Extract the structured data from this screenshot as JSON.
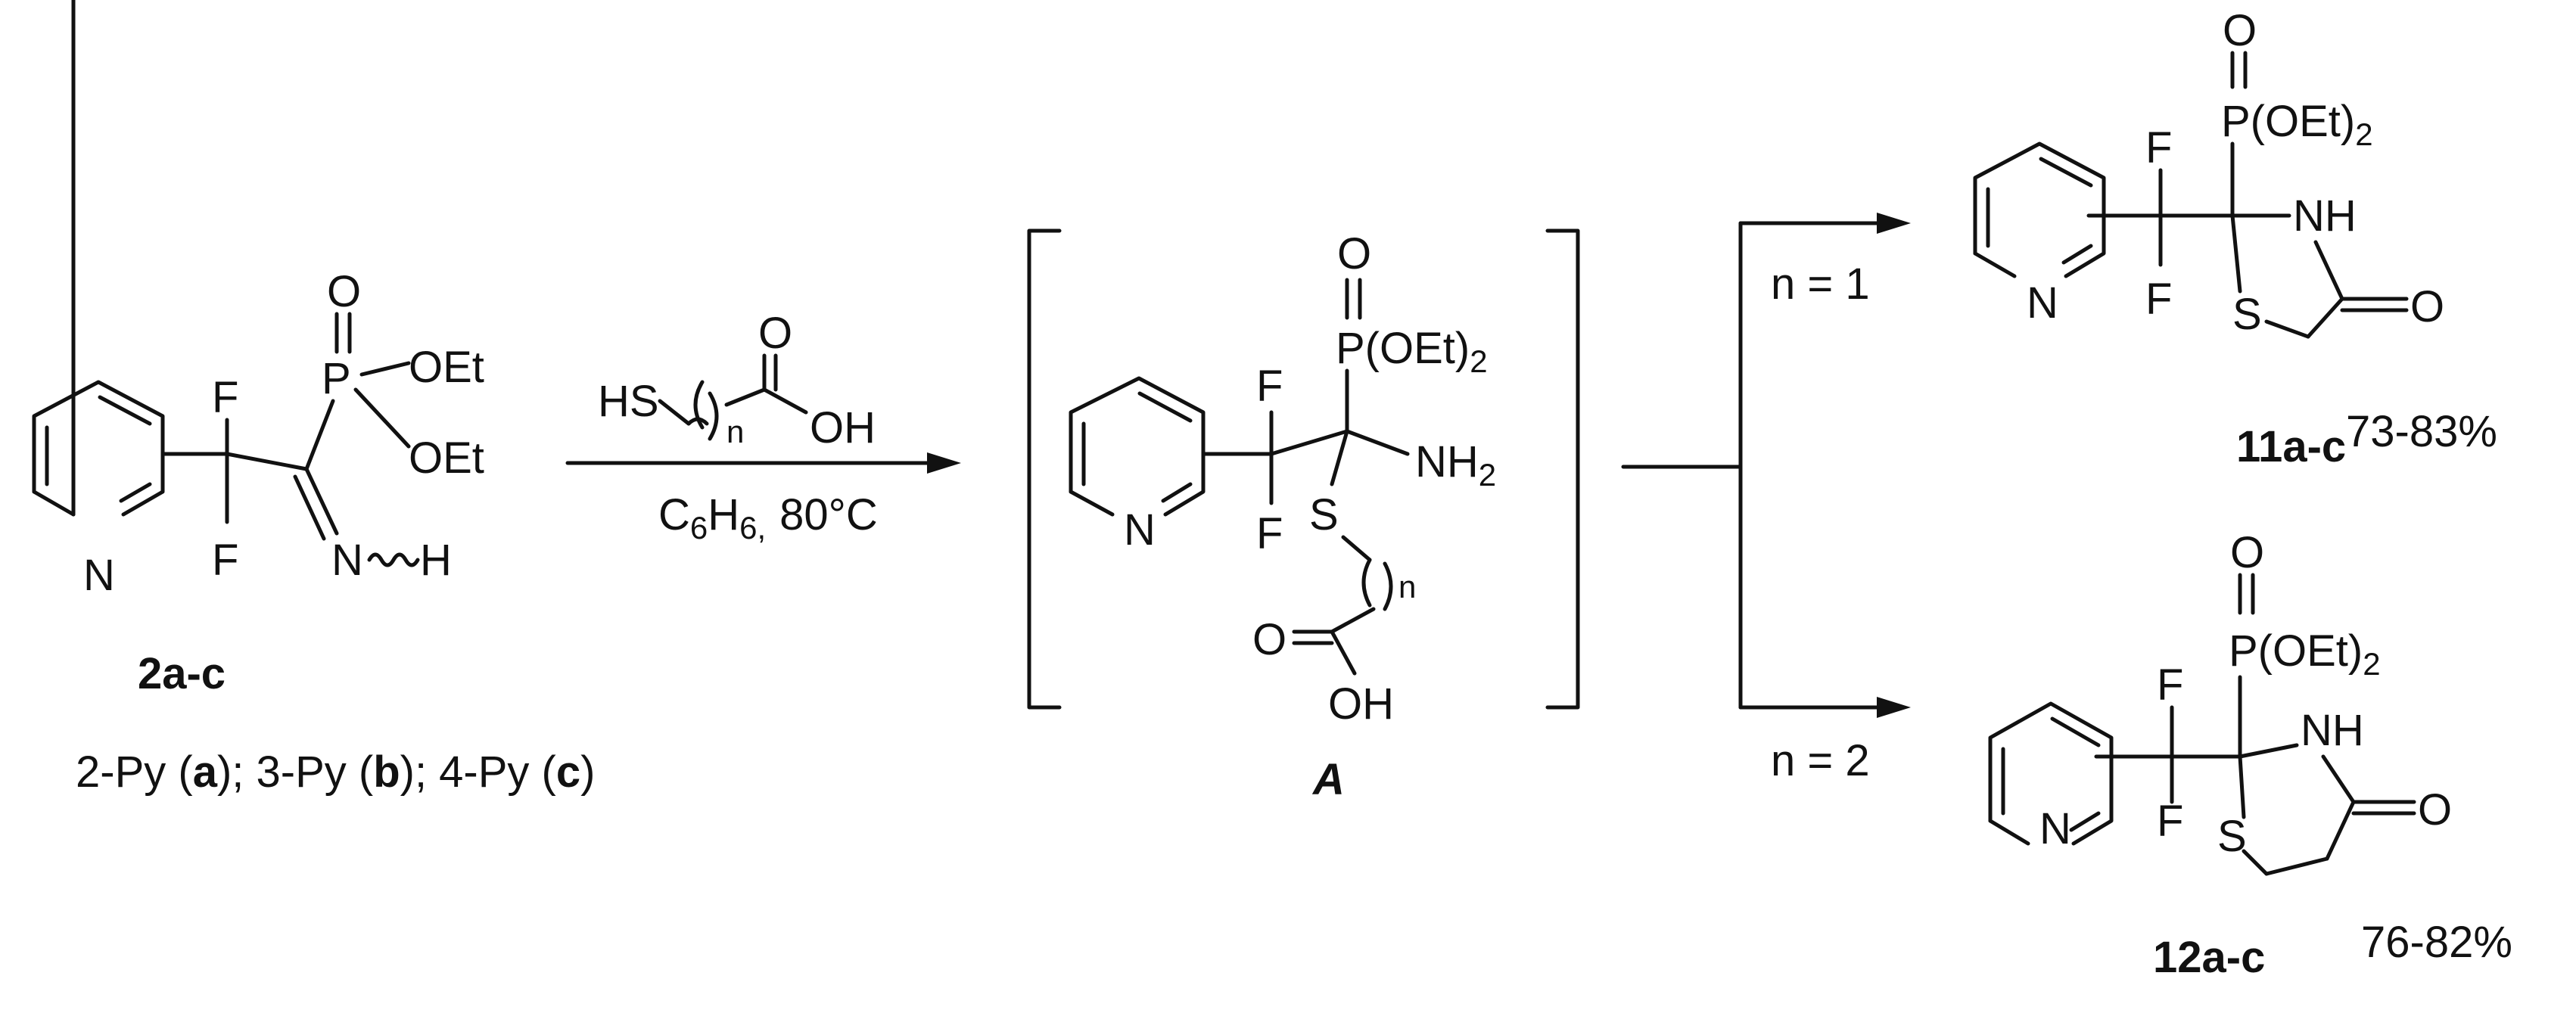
{
  "compound_2": {
    "label": "2a-c",
    "description_parts": [
      "2-Py (",
      "a",
      "); 3-Py (",
      "b",
      "); 4-Py (",
      "c",
      ")"
    ]
  },
  "reagent": {
    "hs": "HS",
    "n": "n",
    "oh": "OH",
    "o": "O",
    "solvent_main": "C",
    "solvent_sub": "6",
    "solvent_h": "H",
    "solvent_sub2": "6,",
    "temperature": "80°C"
  },
  "intermediate": {
    "label": "A"
  },
  "branch_1": {
    "condition": "n = 1"
  },
  "branch_2": {
    "condition": "n = 2"
  },
  "product_11": {
    "label": "11a-c",
    "yield": "73-83%"
  },
  "product_12": {
    "label": "12a-c",
    "yield": "76-82%"
  },
  "atoms": {
    "N": "N",
    "F": "F",
    "P": "P",
    "O": "O",
    "S": "S",
    "H": "H",
    "OEt": "OEt",
    "POEt2": "P(OEt)",
    "sub2": "2",
    "NH2": "NH",
    "NH": "NH",
    "OH": "OH",
    "n": "n"
  }
}
